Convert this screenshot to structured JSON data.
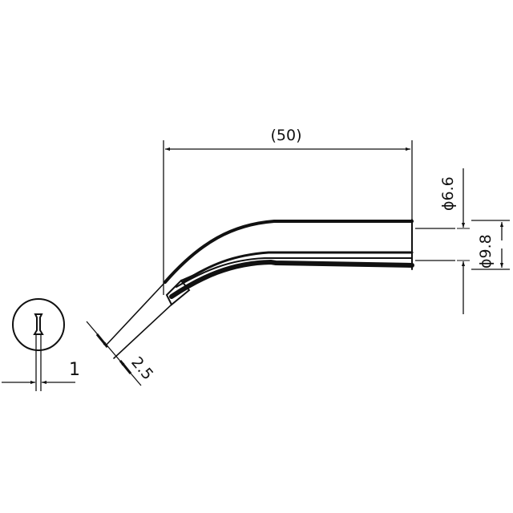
{
  "drawing": {
    "type": "technical-drawing",
    "subject": "soldering tip, bent (angled) chisel",
    "line_color": "#111111",
    "background": "#ffffff"
  },
  "dimensions": {
    "length": {
      "label": "(50)",
      "value": 50,
      "reference": true
    },
    "inner_diameter": {
      "label": "ϕ6.6",
      "value": 6.6
    },
    "outer_diameter": {
      "label": "ϕ9.8",
      "value": 9.8
    },
    "tip_width": {
      "label": "2.5",
      "value": 2.5
    },
    "tip_thickness": {
      "label": "1",
      "value": 1
    }
  },
  "views": {
    "side_view": {
      "name": "side view of tip"
    },
    "end_view": {
      "name": "front/end view circle"
    }
  }
}
